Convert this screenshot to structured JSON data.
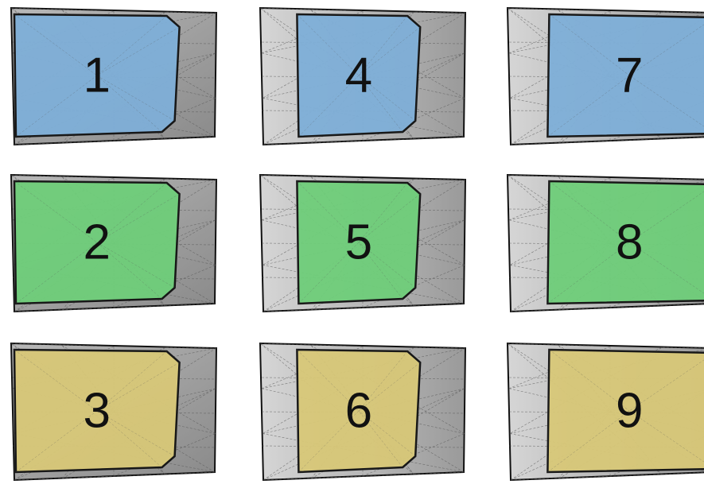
{
  "panels": [
    {
      "label": "1",
      "color": "#7fafd8",
      "row": 0,
      "col": 0
    },
    {
      "label": "4",
      "color": "#7fafd8",
      "row": 0,
      "col": 1
    },
    {
      "label": "7",
      "color": "#7fafd8",
      "row": 0,
      "col": 2
    },
    {
      "label": "2",
      "color": "#6fce7a",
      "row": 1,
      "col": 0
    },
    {
      "label": "5",
      "color": "#6fce7a",
      "row": 1,
      "col": 1
    },
    {
      "label": "8",
      "color": "#6fce7a",
      "row": 1,
      "col": 2
    },
    {
      "label": "3",
      "color": "#d8c878",
      "row": 2,
      "col": 0
    },
    {
      "label": "6",
      "color": "#d8c878",
      "row": 2,
      "col": 1
    },
    {
      "label": "9",
      "color": "#d8c878",
      "row": 2,
      "col": 2
    }
  ],
  "colors": {
    "frame_dark": "#8a8a8a",
    "frame_light": "#c4c4c4",
    "outline": "#111111",
    "mesh_line": "#555555"
  }
}
